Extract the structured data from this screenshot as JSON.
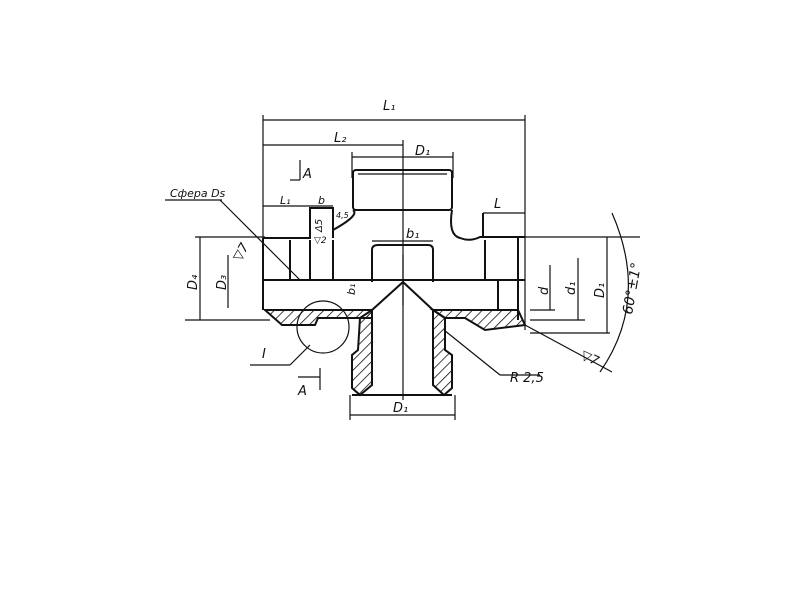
{
  "drawing": {
    "labels": {
      "overall_length": "L₁",
      "length_2": "L₂",
      "top_thread_diameter": "D₁",
      "section_mark_top": "A",
      "sphere_note": "Сфера Ds",
      "left_length": "L₁",
      "width_b": "b",
      "chamfer": "4,5",
      "diameter_5": "Δ5",
      "roughness_small": "▽2",
      "right_length": "L",
      "groove_width": "b₁",
      "groove_depth": "b₁",
      "diameter_d": "d",
      "diameter_d1": "d₁",
      "diameter_D": "D₁",
      "angle": "60°±1°",
      "diameter_D4": "D₄",
      "diameter_D3": "D₃",
      "roughness_left": "▽7",
      "detail_mark": "I",
      "section_mark_bottom": "A",
      "radius": "R 2,5",
      "roughness_right": "▽7",
      "bottom_thread_diameter": "D₁"
    }
  }
}
